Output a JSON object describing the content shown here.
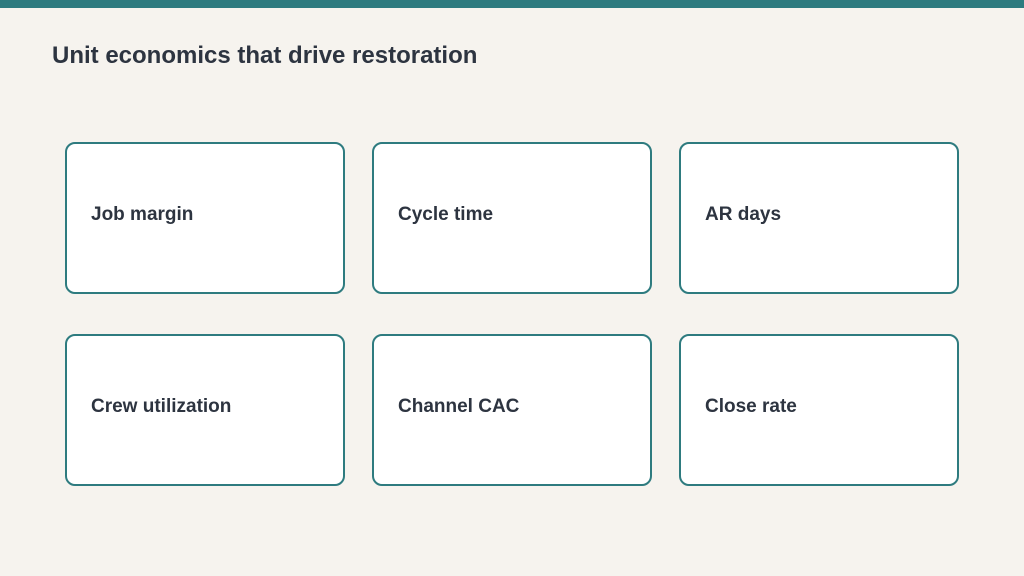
{
  "slide": {
    "title": "Unit economics that drive restoration"
  },
  "cards": [
    {
      "label": "Job margin"
    },
    {
      "label": "Cycle time"
    },
    {
      "label": "AR days"
    },
    {
      "label": "Crew utilization"
    },
    {
      "label": "Channel CAC"
    },
    {
      "label": "Close rate"
    }
  ],
  "colors": {
    "accent": "#2e7b7f",
    "background": "#f6f3ee",
    "text": "#2d3440",
    "card_fill": "#ffffff"
  }
}
